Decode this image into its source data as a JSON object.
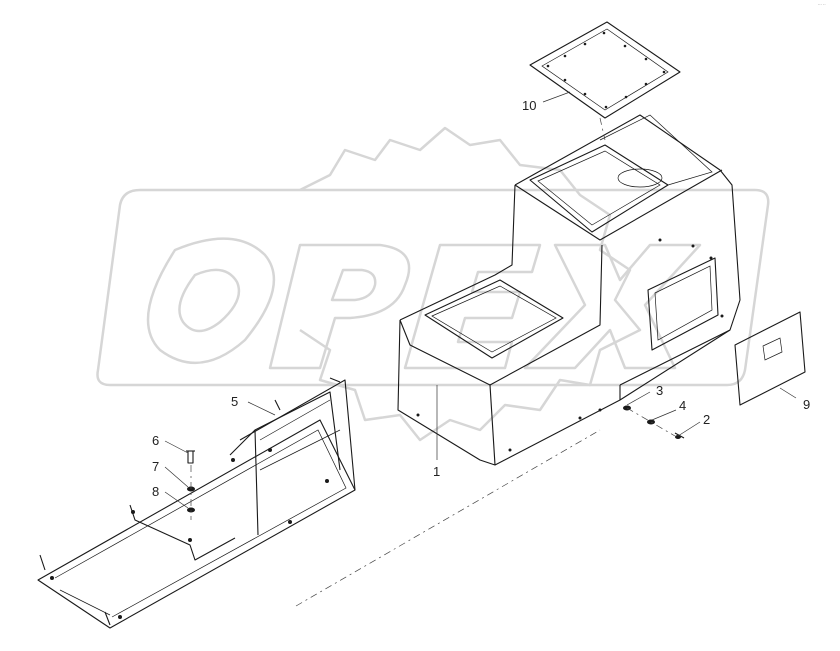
{
  "corner_mark": "··· ··",
  "watermark": {
    "brand": "OPEX"
  },
  "callouts": [
    {
      "id": "1",
      "label": "1"
    },
    {
      "id": "2",
      "label": "2"
    },
    {
      "id": "3",
      "label": "3"
    },
    {
      "id": "4",
      "label": "4"
    },
    {
      "id": "5",
      "label": "5"
    },
    {
      "id": "6",
      "label": "6"
    },
    {
      "id": "7",
      "label": "7"
    },
    {
      "id": "8",
      "label": "8"
    },
    {
      "id": "9",
      "label": "9"
    },
    {
      "id": "10",
      "label": "10"
    }
  ]
}
